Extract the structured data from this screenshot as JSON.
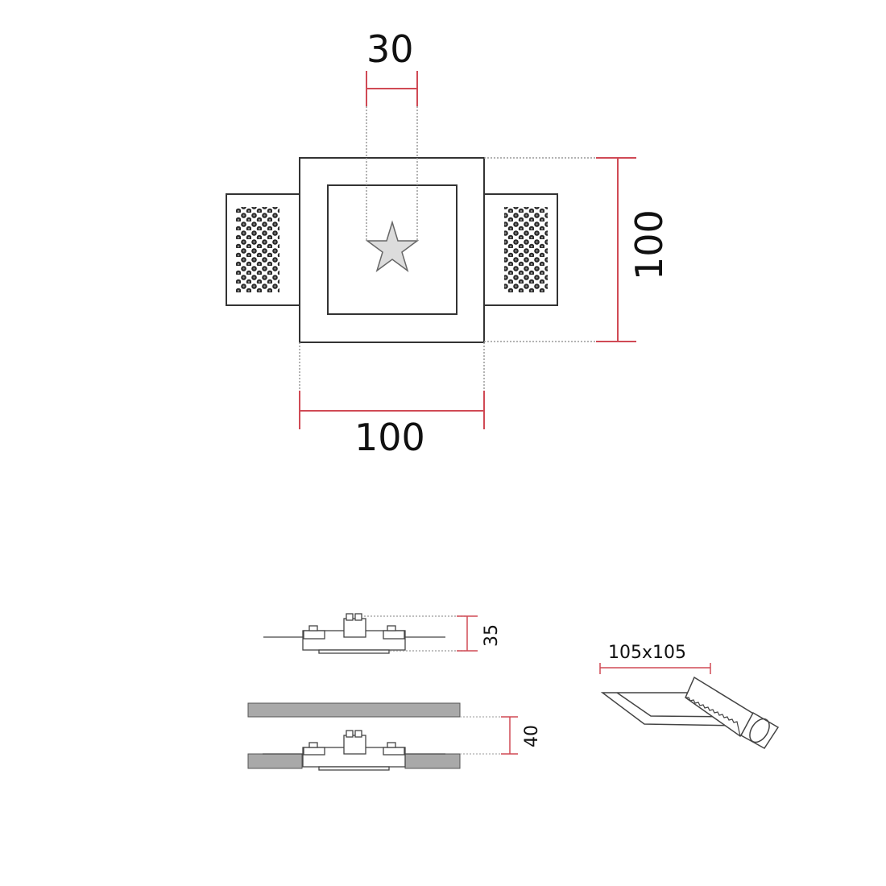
{
  "diagram": {
    "colors": {
      "outline": "#333333",
      "dimension_line": "#d04a55",
      "extension_line": "#9a9a9a",
      "plaster_fill": "#a9a9a9",
      "star_fill": "#dcdcdc",
      "background": "#ffffff"
    },
    "top_view": {
      "dim_top_width": "30",
      "dim_bottom_width": "100",
      "dim_right_height": "100",
      "center_symbol": "star-icon",
      "side_tabs": [
        "left-perforated-tab",
        "right-perforated-tab"
      ]
    },
    "side_view_fixture": {
      "dim_height": "35"
    },
    "side_view_installed": {
      "dim_height": "40"
    },
    "cutout_view": {
      "dim_cutout": "105x105",
      "tool_symbol": "saw-icon"
    }
  }
}
